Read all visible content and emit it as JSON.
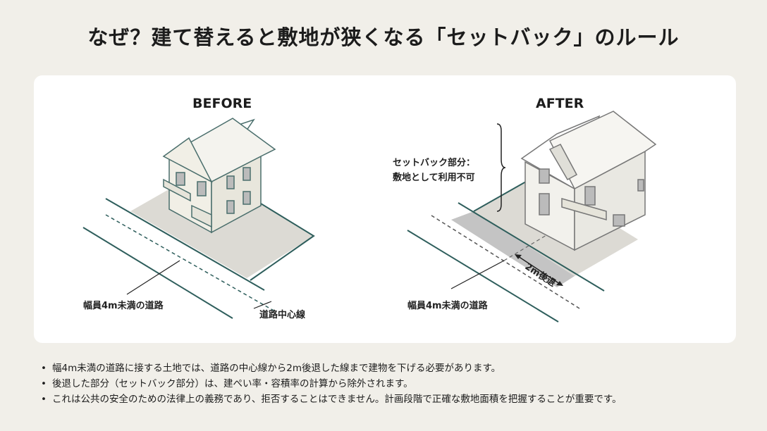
{
  "title": "なぜ？建て替えると敷地が狭くなる「セットバック」のルール",
  "before": {
    "heading": "BEFORE",
    "road_label": "幅員4m未満の道路",
    "centerline_label": "道路中心線"
  },
  "after": {
    "heading": "AFTER",
    "setback_label_line1": "セットバック部分：",
    "setback_label_line2": "敷地として利用不可",
    "distance_label": "2m後退",
    "road_label": "幅員4m未満の道路"
  },
  "bullets": [
    "幅4m未満の道路に接する土地では、道路の中心線から2m後退した線まで建物を下げる必要があります。",
    "後退した部分（セットバック部分）は、建ぺい率・容積率の計算から除外されます。",
    "これは公共の安全のための法律上の義務であり、拒否することはできません。計画段階で正確な敷地面積を把握することが重要です。"
  ],
  "colors": {
    "road": "#2e5e5c",
    "lot": "#d9d7d2",
    "setback": "#c4c4c4",
    "background": "#f1efe9"
  }
}
